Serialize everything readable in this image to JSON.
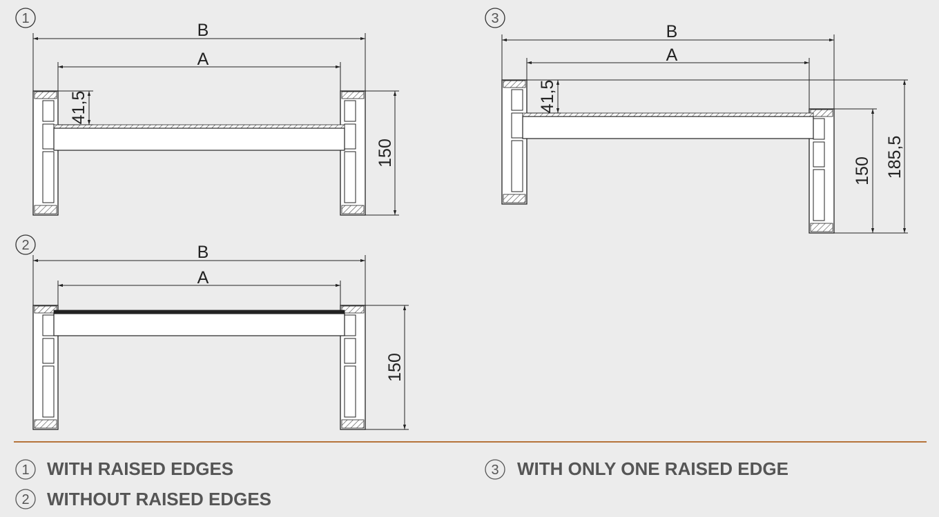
{
  "diagrams": [
    {
      "marker": "1",
      "dim_b": "B",
      "dim_a": "A",
      "dim_edge": "41,5",
      "dim_height": "150"
    },
    {
      "marker": "2",
      "dim_b": "B",
      "dim_a": "A",
      "dim_height": "150"
    },
    {
      "marker": "3",
      "dim_b": "B",
      "dim_a": "A",
      "dim_edge": "41,5",
      "dim_height": "150",
      "dim_total": "185,5"
    }
  ],
  "legend": [
    {
      "marker": "1",
      "text": "WITH RAISED EDGES"
    },
    {
      "marker": "2",
      "text": "WITHOUT RAISED EDGES"
    },
    {
      "marker": "3",
      "text": "WITH ONLY ONE RAISED EDGE"
    }
  ],
  "colors": {
    "divider": "#b5733a",
    "line": "#222222",
    "legend_text": "#555555",
    "background": "#ececec"
  }
}
